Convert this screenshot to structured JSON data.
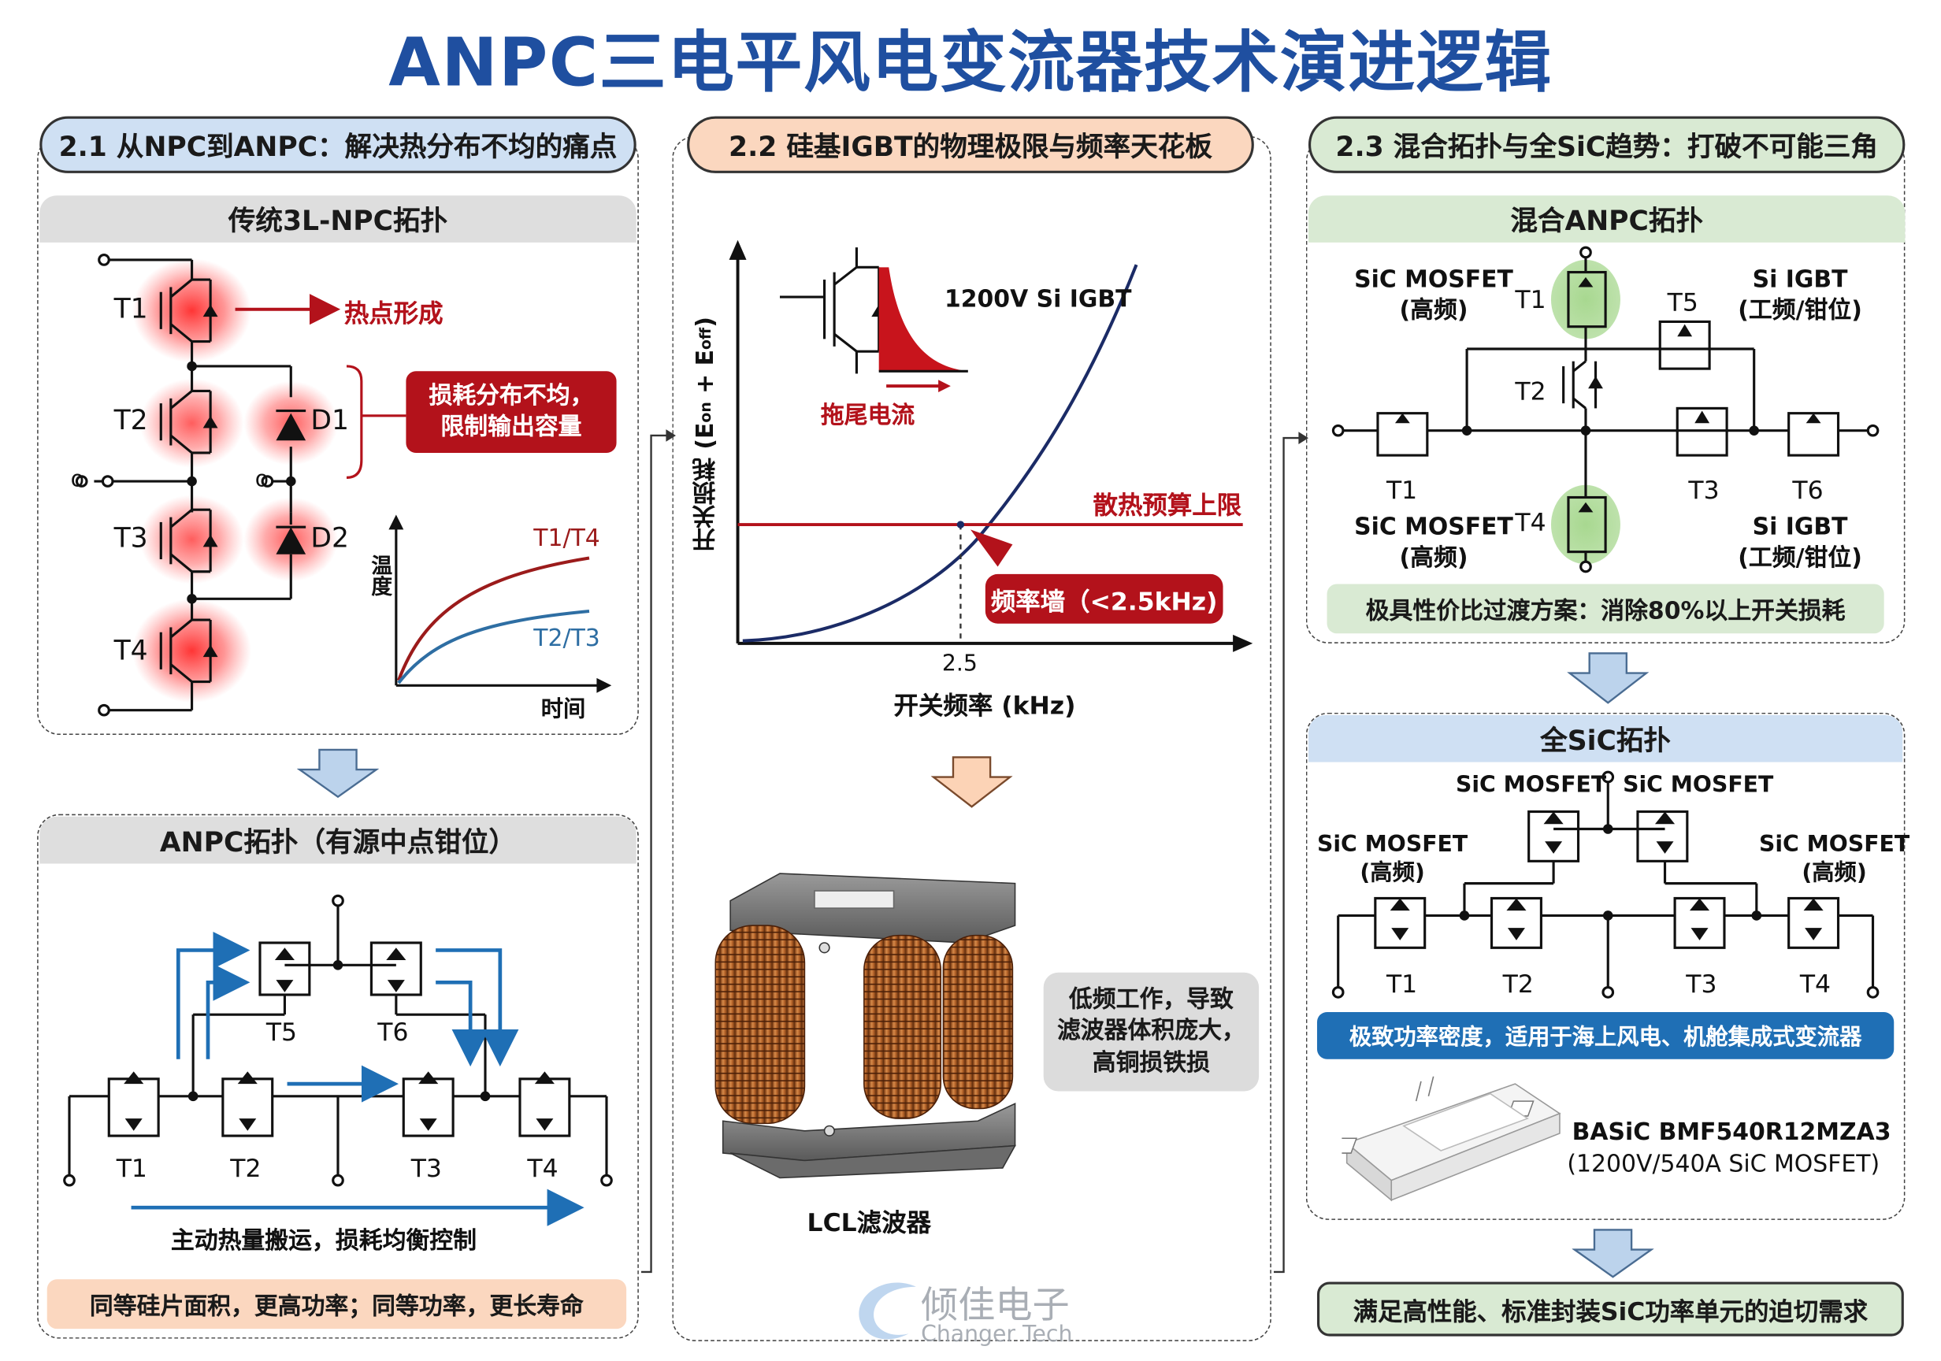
{
  "title": "ANPC三电平风电变流器技术演进逻辑",
  "colors": {
    "title_blue": "#1f4fa0",
    "dark_red": "#b3121b",
    "navy": "#1b2b66",
    "blue_arrow": "#1f6fb5",
    "pill_blue": "#cfe0f3",
    "pill_orange": "#fbd7bf",
    "pill_green": "#d9ead3",
    "glow_red": "#ff2a2a",
    "glow_green": "#a8d890"
  },
  "sec1": {
    "pill": "2.1 从NPC到ANPC：解决热分布不均的痛点",
    "npc_head": "传统3L-NPC拓扑",
    "t1": "T1",
    "t2": "T2",
    "t3": "T3",
    "t4": "T4",
    "d1": "D1",
    "d2": "D2",
    "o_left": "o",
    "o_mid": "o",
    "hotspot": "热点形成",
    "callout": "损耗分布不均，\n限制输出容量",
    "graph_y": "温度",
    "graph_x": "时间",
    "curve_outer": "T1/T4",
    "curve_inner": "T2/T3",
    "anpc_head": "ANPC拓扑（有源中点钳位）",
    "anpc_labels": [
      "T1",
      "T2",
      "T3",
      "T4",
      "T5",
      "T6"
    ],
    "anpc_arrow_text": "主动热量搬运，损耗均衡控制",
    "anpc_bottom": "同等硅片面积，更高功率；同等功率，更长寿命"
  },
  "sec2": {
    "pill": "2.2 硅基IGBT的物理极限与频率天花板",
    "y_label": "开关损耗 (E",
    "y_sub1": "on",
    "y_plus": " + E",
    "y_sub2": "off",
    "y_close": ")",
    "x_label": "开关频率 (kHz)",
    "x_tick": "2.5",
    "curve_label": "1200V Si IGBT",
    "limit_label": "散热预算上限",
    "wall_label": "频率墙（<2.5kHz)",
    "tail_label": "拖尾电流",
    "inductor_label": "LCL滤波器",
    "note": "低频工作，导致\n滤波器体积庞大，\n高铜损铁损"
  },
  "sec3": {
    "pill": "2.3 混合拓扑与全SiC趋势：打破不可能三角",
    "hybrid_head": "混合ANPC拓扑",
    "sic_tl": "SiC MOSFET",
    "sic_tl2": "(高频)",
    "si_tr": "Si IGBT",
    "si_tr2": "(工频/钳位)",
    "sic_bl": "SiC MOSFET",
    "sic_bl2": "(高频)",
    "si_br": "Si IGBT",
    "si_br2": "(工频/钳位)",
    "hybrid_labels": [
      "T1",
      "T5",
      "T2",
      "T1",
      "T6",
      "T3",
      "T4"
    ],
    "hybrid_bottom": "极具性价比过渡方案：消除80%以上开关损耗",
    "fullsic_head": "全SiC拓扑",
    "fs_top_left": "SiC MOSFET",
    "fs_top_right": "SiC MOSFET",
    "fs_left": "SiC MOSFET",
    "fs_left2": "(高频)",
    "fs_right": "SiC MOSFET",
    "fs_right2": "(高频)",
    "fs_labels": [
      "T1",
      "T2",
      "T3",
      "T4"
    ],
    "fs_bar": "极致功率密度，适用于海上风电、机舱集成式变流器",
    "module_name": "BASiC BMF540R12MZA3",
    "module_spec": "(1200V/540A SiC MOSFET)",
    "final": "满足高性能、标准封装SiC功率单元的迫切需求"
  },
  "watermark": {
    "cn": "倾佳电子",
    "en": "Changer Tech"
  }
}
